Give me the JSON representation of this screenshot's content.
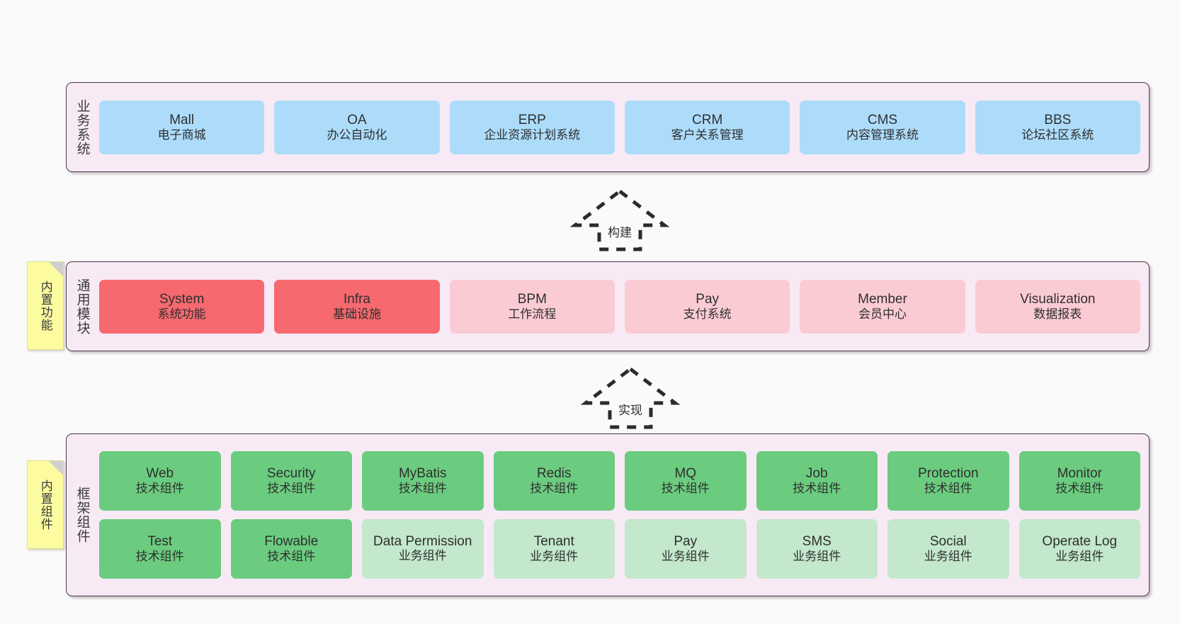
{
  "layers": [
    {
      "id": "business-systems",
      "title": "业务系统",
      "rows": [
        [
          {
            "name": "Mall",
            "sub": "电子商城",
            "color": "blue"
          },
          {
            "name": "OA",
            "sub": "办公自动化",
            "color": "blue"
          },
          {
            "name": "ERP",
            "sub": "企业资源计划系统",
            "color": "blue"
          },
          {
            "name": "CRM",
            "sub": "客户关系管理",
            "color": "blue"
          },
          {
            "name": "CMS",
            "sub": "内容管理系统",
            "color": "blue"
          },
          {
            "name": "BBS",
            "sub": "论坛社区系统",
            "color": "blue"
          }
        ]
      ]
    },
    {
      "id": "common-modules",
      "title": "通用模块",
      "note": "内置功能",
      "rows": [
        [
          {
            "name": "System",
            "sub": "系统功能",
            "color": "red"
          },
          {
            "name": "Infra",
            "sub": "基础设施",
            "color": "red"
          },
          {
            "name": "BPM",
            "sub": "工作流程",
            "color": "pink"
          },
          {
            "name": "Pay",
            "sub": "支付系统",
            "color": "pink"
          },
          {
            "name": "Member",
            "sub": "会员中心",
            "color": "pink"
          },
          {
            "name": "Visualization",
            "sub": "数据报表",
            "color": "pink"
          }
        ]
      ]
    },
    {
      "id": "framework-components",
      "title": "框架组件",
      "note": "内置组件",
      "rows": [
        [
          {
            "name": "Web",
            "sub": "技术组件",
            "color": "green"
          },
          {
            "name": "Security",
            "sub": "技术组件",
            "color": "green"
          },
          {
            "name": "MyBatis",
            "sub": "技术组件",
            "color": "green"
          },
          {
            "name": "Redis",
            "sub": "技术组件",
            "color": "green"
          },
          {
            "name": "MQ",
            "sub": "技术组件",
            "color": "green"
          },
          {
            "name": "Job",
            "sub": "技术组件",
            "color": "green"
          },
          {
            "name": "Protection",
            "sub": "技术组件",
            "color": "green"
          },
          {
            "name": "Monitor",
            "sub": "技术组件",
            "color": "green"
          }
        ],
        [
          {
            "name": "Test",
            "sub": "技术组件",
            "color": "green"
          },
          {
            "name": "Flowable",
            "sub": "技术组件",
            "color": "green"
          },
          {
            "name": "Data Permission",
            "sub": "业务组件",
            "color": "lightgreen"
          },
          {
            "name": "Tenant",
            "sub": "业务组件",
            "color": "lightgreen"
          },
          {
            "name": "Pay",
            "sub": "业务组件",
            "color": "lightgreen"
          },
          {
            "name": "SMS",
            "sub": "业务组件",
            "color": "lightgreen"
          },
          {
            "name": "Social",
            "sub": "业务组件",
            "color": "lightgreen"
          },
          {
            "name": "Operate Log",
            "sub": "业务组件",
            "color": "lightgreen"
          }
        ]
      ]
    }
  ],
  "arrows": [
    {
      "id": "build",
      "label": "构建"
    },
    {
      "id": "implement",
      "label": "实现"
    }
  ],
  "colors": {
    "panel_background": "#F8EAF5",
    "panel_border": "#463A46",
    "blue": "#ADDCFB",
    "red": "#F5696F",
    "pink": "#FBCBD4",
    "green": "#6BCC7F",
    "lightgreen": "#C3E8CB",
    "note_yellow": "#FCFBA0",
    "canvas": "#FAFAFA"
  }
}
